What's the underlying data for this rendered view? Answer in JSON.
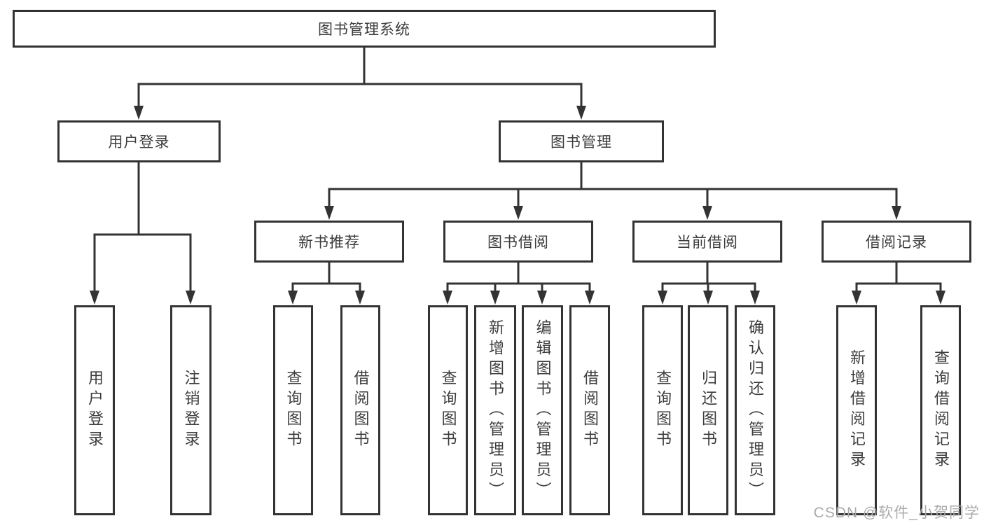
{
  "tree": {
    "label": "图书管理系统",
    "children": [
      {
        "label": "用户登录",
        "children": [
          {
            "label": "用户登录"
          },
          {
            "label": "注销登录"
          }
        ]
      },
      {
        "label": "图书管理",
        "children": [
          {
            "label": "新书推荐",
            "children": [
              {
                "label": "查询图书"
              },
              {
                "label": "借阅图书"
              }
            ]
          },
          {
            "label": "图书借阅",
            "children": [
              {
                "label": "查询图书"
              },
              {
                "label": "新增图书（管理员）"
              },
              {
                "label": "编辑图书（管理员）"
              },
              {
                "label": "借阅图书"
              }
            ]
          },
          {
            "label": "当前借阅",
            "children": [
              {
                "label": "查询图书"
              },
              {
                "label": "归还图书"
              },
              {
                "label": "确认归还（管理员）"
              }
            ]
          },
          {
            "label": "借阅记录",
            "children": [
              {
                "label": "新增借阅记录"
              },
              {
                "label": "查询借阅记录"
              }
            ]
          }
        ]
      }
    ]
  },
  "watermark": "CSDN @软件_小贺同学",
  "colors": {
    "line": "#333333",
    "text": "#3c3c3c",
    "background": "#ffffff",
    "watermark": "#a9abad"
  }
}
